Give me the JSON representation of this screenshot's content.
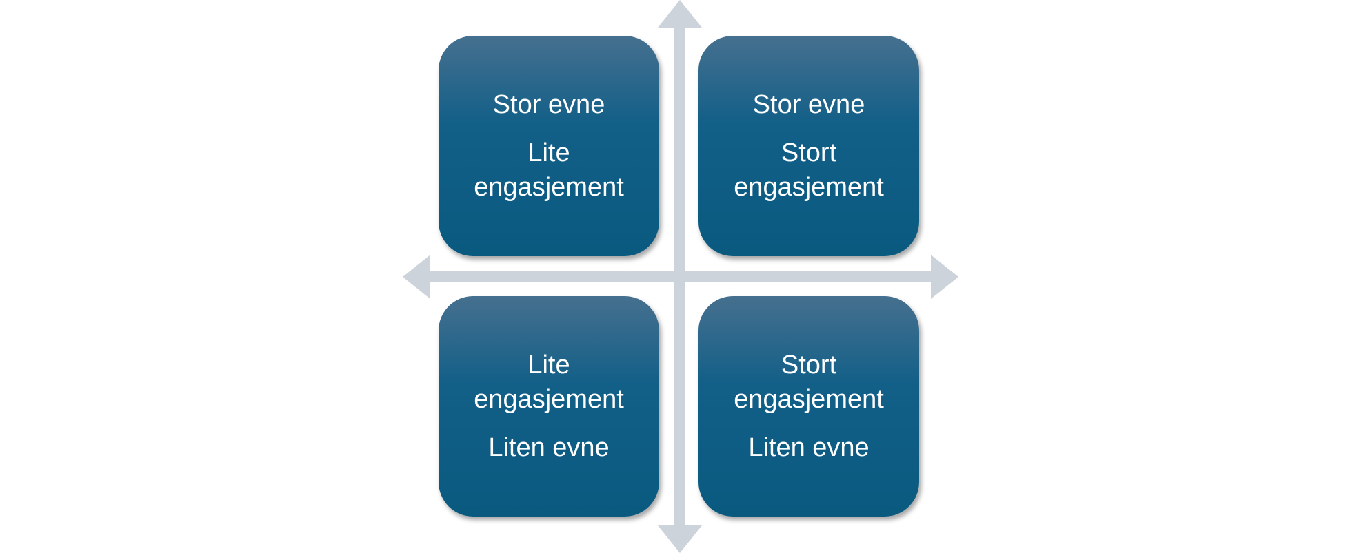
{
  "diagram": {
    "axis_color": "#cdd3da",
    "box_color_top": "#46708f",
    "box_color_bottom": "#0a5a80",
    "text_color": "#ffffff",
    "quadrants": {
      "top_left": {
        "line1": "Stor evne",
        "line2": "Lite",
        "line3": "engasjement"
      },
      "top_right": {
        "line1": "Stor evne",
        "line2": "Stort",
        "line3": "engasjement"
      },
      "bottom_left": {
        "line1": "Lite",
        "line2": "engasjement",
        "line3": "Liten evne"
      },
      "bottom_right": {
        "line1": "Stort",
        "line2": "engasjement",
        "line3": "Liten evne"
      }
    }
  }
}
